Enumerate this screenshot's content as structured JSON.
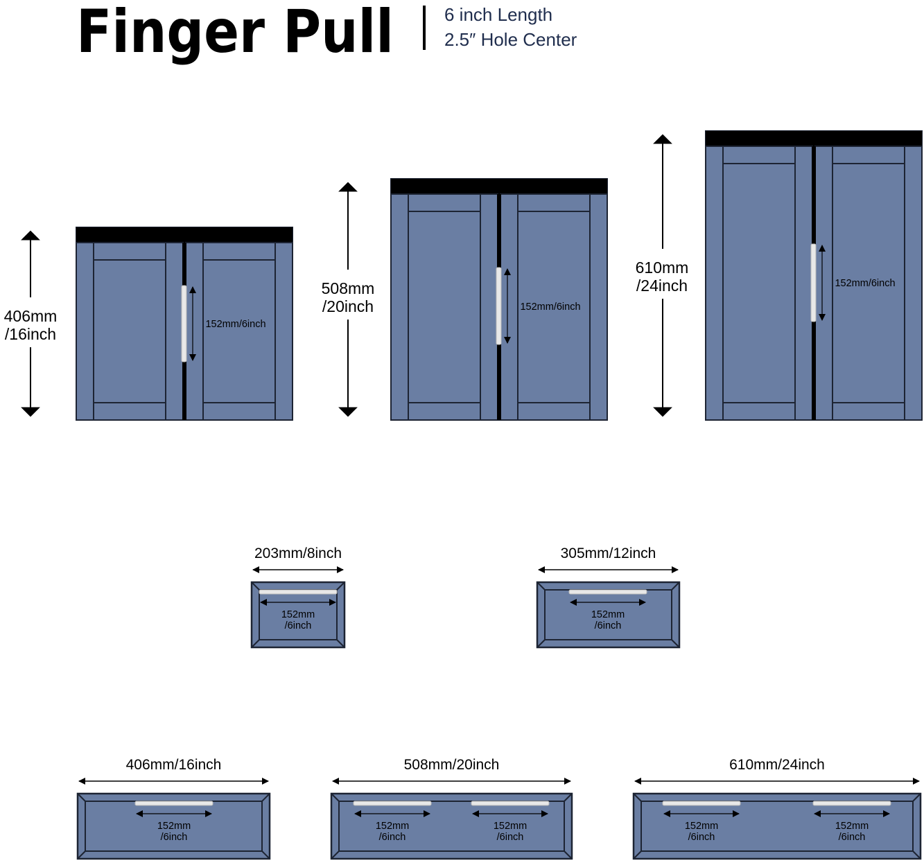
{
  "header": {
    "title": "Finger Pull",
    "spec_length": "6 inch Length",
    "spec_hole": "2.5″ Hole Center"
  },
  "colors": {
    "panel": "#6a7ea3",
    "outline": "#1d2433",
    "top_bar": "#000000",
    "pull": "#e8e8e8",
    "subtitle": "#1f2d4d",
    "text": "#000000"
  },
  "cabinets": [
    {
      "height_mm": "406mm",
      "height_in": "/16inch",
      "pull_label": "152mm/6inch"
    },
    {
      "height_mm": "508mm",
      "height_in": "/20inch",
      "pull_label": "152mm/6inch"
    },
    {
      "height_mm": "610mm",
      "height_in": "/24inch",
      "pull_label": "152mm/6inch"
    }
  ],
  "drawers_small": [
    {
      "width_label": "203mm/8inch",
      "pulls": [
        {
          "mm": "152mm",
          "inch": "/6inch"
        }
      ]
    },
    {
      "width_label": "305mm/12inch",
      "pulls": [
        {
          "mm": "152mm",
          "inch": "/6inch"
        }
      ]
    }
  ],
  "drawers_wide": [
    {
      "width_label": "406mm/16inch",
      "pulls": [
        {
          "mm": "152mm",
          "inch": "/6inch"
        }
      ]
    },
    {
      "width_label": "508mm/20inch",
      "pulls": [
        {
          "mm": "152mm",
          "inch": "/6inch"
        },
        {
          "mm": "152mm",
          "inch": "/6inch"
        }
      ]
    },
    {
      "width_label": "610mm/24inch",
      "pulls": [
        {
          "mm": "152mm",
          "inch": "/6inch"
        },
        {
          "mm": "152mm",
          "inch": "/6inch"
        }
      ]
    }
  ]
}
